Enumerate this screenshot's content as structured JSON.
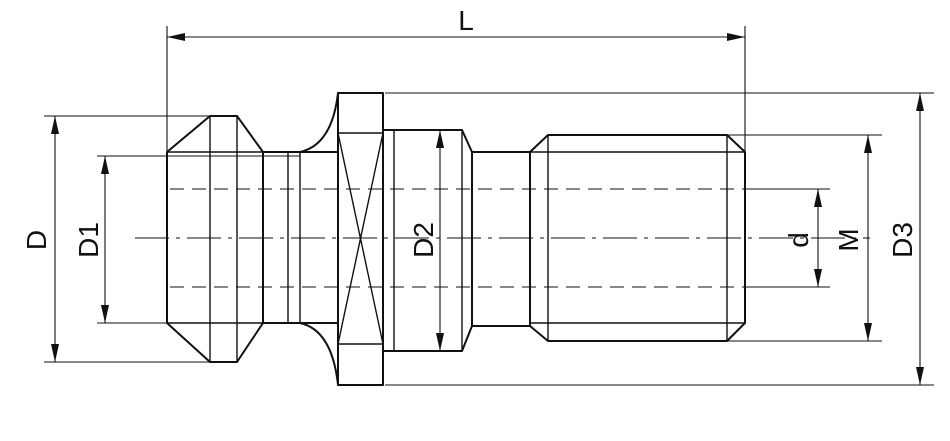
{
  "labels": {
    "L": "L",
    "D": "D",
    "D1": "D1",
    "D2": "D2",
    "d": "d",
    "M": "M",
    "D3": "D3"
  }
}
